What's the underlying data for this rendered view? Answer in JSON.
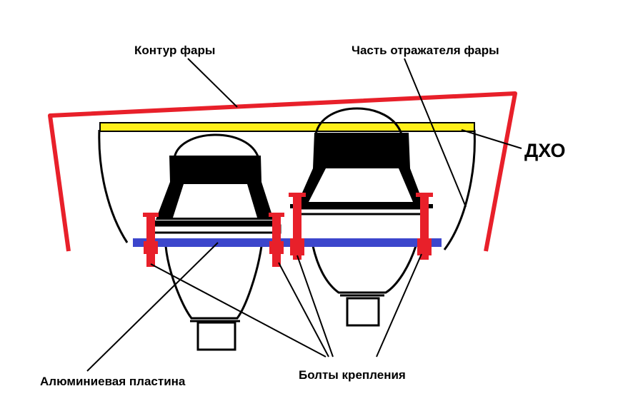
{
  "labels": {
    "headlight_outline": "Контур фары",
    "reflector_part": "Часть отражателя фары",
    "drl": "ДХО",
    "aluminum_plate": "Алюминиевая пластина",
    "mounting_bolts": "Болты крепления"
  },
  "colors": {
    "outline": "#e8202a",
    "drl_strip": "#ffef1a",
    "plate": "#3c46cc",
    "bolt": "#e8202a",
    "ink": "#000000"
  }
}
